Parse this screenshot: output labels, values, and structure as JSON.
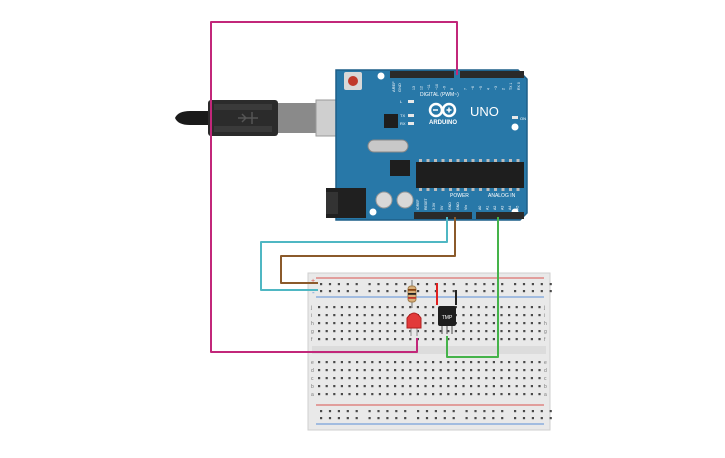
{
  "board": {
    "brand": "ARDUINO",
    "model": "UNO",
    "digital_label": "DIGITAL (PWM~)",
    "power_label": "POWER",
    "analog_label": "ANALOG IN",
    "aref": "AREF",
    "gnd": "GND",
    "pin_l": "L",
    "pin_tx": "TX",
    "pin_rx": "RX",
    "on_label": "ON",
    "power_pins": [
      "IOREF",
      "RESET",
      "3.3V",
      "5V",
      "GND",
      "GND",
      "Vin"
    ],
    "analog_pins": [
      "A0",
      "A1",
      "A2",
      "A3",
      "A4",
      "A5"
    ],
    "digital_pins": [
      "13",
      "12",
      "~11",
      "~10",
      "~9",
      "8",
      "7",
      "~6",
      "~5",
      "4",
      "~3",
      "2",
      "TX 1",
      "RX 0"
    ]
  },
  "sensor": {
    "label": "TMP"
  },
  "breadboard": {
    "row_letters_top": [
      "j",
      "i",
      "h",
      "g",
      "f"
    ],
    "row_letters_bottom": [
      "e",
      "d",
      "c",
      "b",
      "a"
    ],
    "rail_plus": "+",
    "rail_minus": "-"
  },
  "colors": {
    "board_blue": "#2878a8",
    "board_edge": "#1d5f88",
    "header_black": "#2a2a2a",
    "wire_magenta": "#c2277a",
    "wire_cyan": "#4fb7c3",
    "wire_brown": "#8b5a2b",
    "wire_green": "#45b34a",
    "wire_red": "#e02020",
    "wire_black": "#222222",
    "led_red": "#e23a3a",
    "breadboard": "#e9e9e9",
    "rail_red": "#d9534f",
    "rail_blue": "#5b8fd6"
  },
  "icons": {
    "usb_plug": "usb-plug-icon",
    "arduino_logo": "arduino-infinity-logo-icon"
  }
}
